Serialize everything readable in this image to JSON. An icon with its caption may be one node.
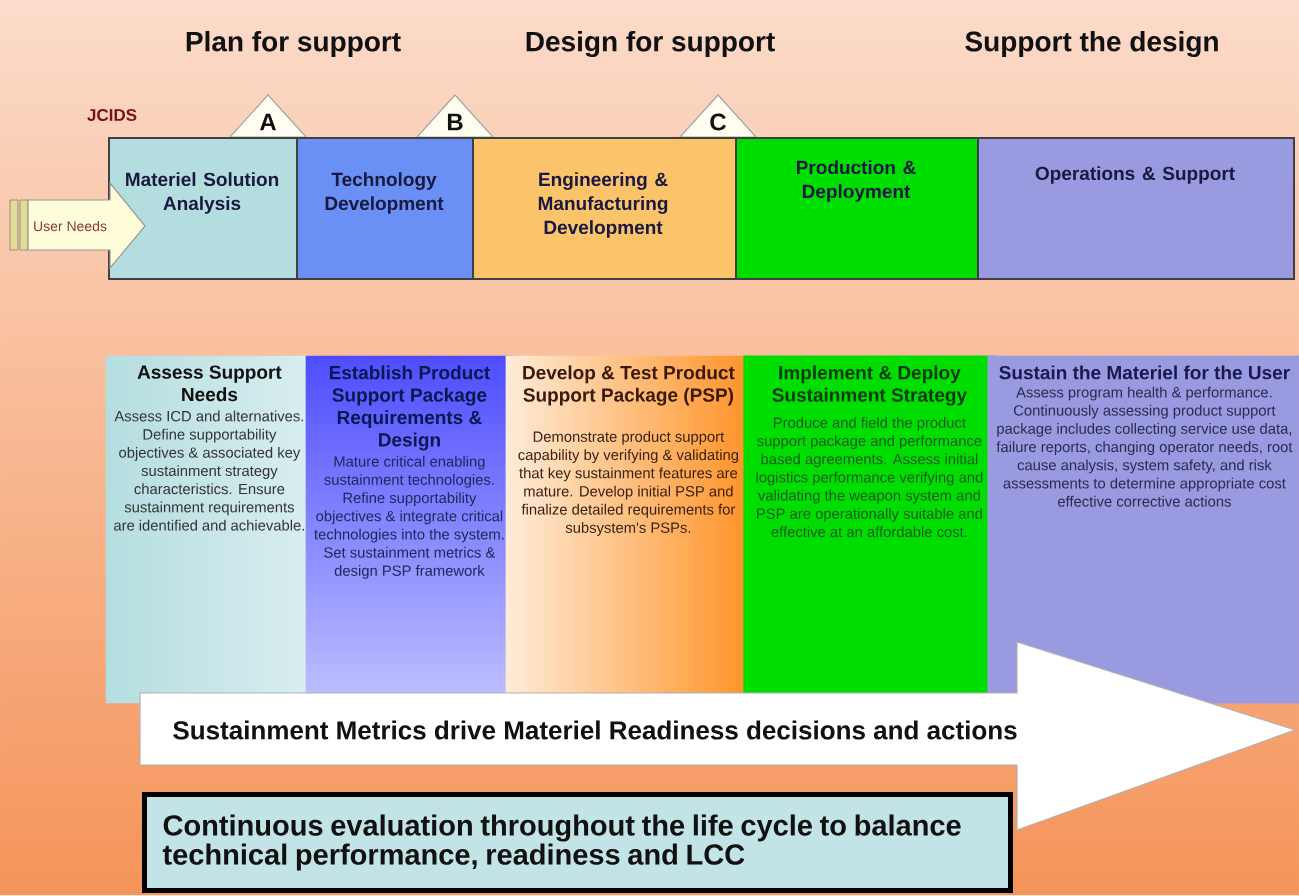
{
  "diagram": {
    "nodes": [
      {
        "text": [
          "User Needs"
        ]
      },
      {
        "text": [
          "Materiel Solution Analysis"
        ]
      },
      {
        "text": [
          "Technology Development"
        ]
      },
      {
        "text": [
          "Engineering & Manufacturing Development"
        ]
      },
      {
        "text": [
          "Production & Deployment"
        ]
      },
      {
        "text": [
          "Operations & Support"
        ]
      },
      {
        "text": [
          "A"
        ]
      },
      {
        "text": [
          "B"
        ]
      },
      {
        "text": [
          "C"
        ]
      },
      {
        "text": [
          "Assess Support Needs",
          "Assess ICD and alternatives. Define supportability objectives & associated key sustainment strategy characteristics. Ensure sustainment requirements are identified and achievable."
        ]
      },
      {
        "text": [
          "Establish Product Support Package Requirements & Design",
          "Mature critical enabling sustainment technologies. Refine supportability objectives & integrate critical technologies into the system. Set sustainment metrics & design PSP framework"
        ]
      },
      {
        "text": [
          "Develop & Test Product Support Package (PSP)",
          "Demonstrate product support capability by verifying & validating that key sustainment features are mature. Develop initial PSP and finalize detailed requirements for subsystem's PSPs."
        ]
      },
      {
        "text": [
          "Implement & Deploy Sustainment Strategy",
          "Produce and field the product support package and performance based agreements. Assess initial logistics performance verifying and validating the weapon system and PSP are operationally suitable and effective at an affordable cost."
        ]
      },
      {
        "text": [
          "Sustain the Materiel for the User",
          "Assess program health & performance. Continuously assessing product support package includes collecting service use data, failure reports, changing operator needs, root cause analysis, system safety, and risk assessments to determine appropriate cost effective corrective actions"
        ]
      },
      {
        "text": [
          "Sustainment Metrics drive Materiel Readiness decisions and actions"
        ]
      },
      {
        "text": [
          "Continuous evaluation throughout the life cycle to balance technical performance, readiness and LCC"
        ]
      }
    ],
    "labels": [
      "Plan for support",
      "Design for support",
      "Support the design",
      "JCIDS"
    ]
  }
}
